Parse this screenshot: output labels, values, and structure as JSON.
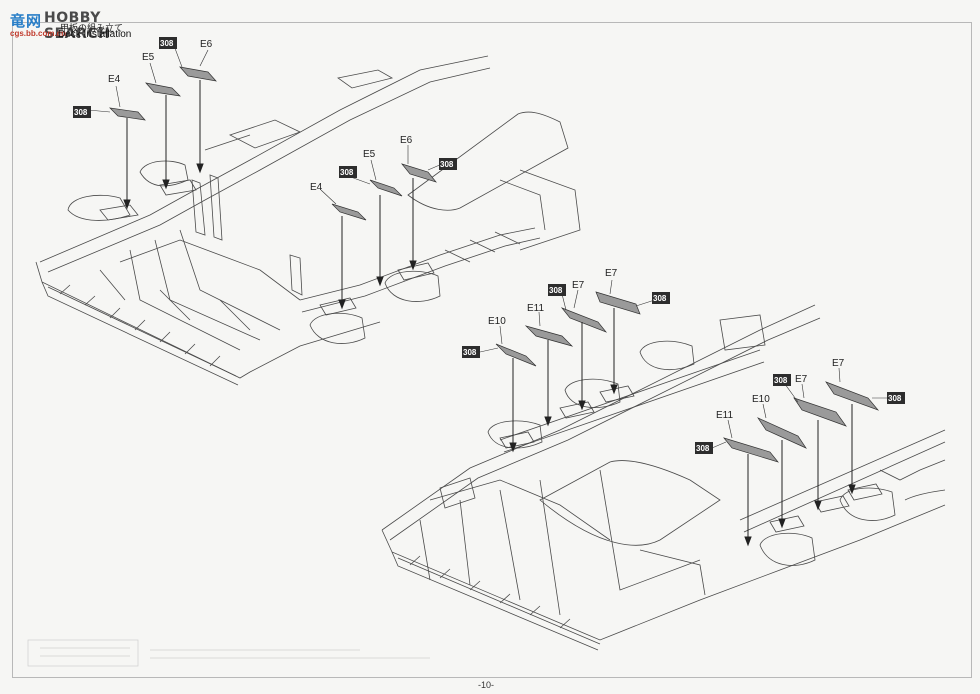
{
  "watermark": {
    "cn": "竜网",
    "en": "HOBBY SEARCH",
    "url": "cgs.bb.com.cn"
  },
  "step": {
    "title_jp": "甲板の組み立て",
    "title_en": "Deck Installation"
  },
  "footer": {
    "note": ""
  },
  "page_number": "-10-",
  "callouts": {
    "upper": [
      "E4",
      "E5",
      "E6",
      "E4",
      "E5",
      "E6"
    ],
    "lower": [
      "E10",
      "E11",
      "E7",
      "E7",
      "E11",
      "E10",
      "E7",
      "E7"
    ]
  },
  "badge": "308",
  "colors": {
    "line": "#3a3a3a",
    "part": "#9a9a9a",
    "badge": "#2d2d2d",
    "paper": "#f6f6f4"
  }
}
